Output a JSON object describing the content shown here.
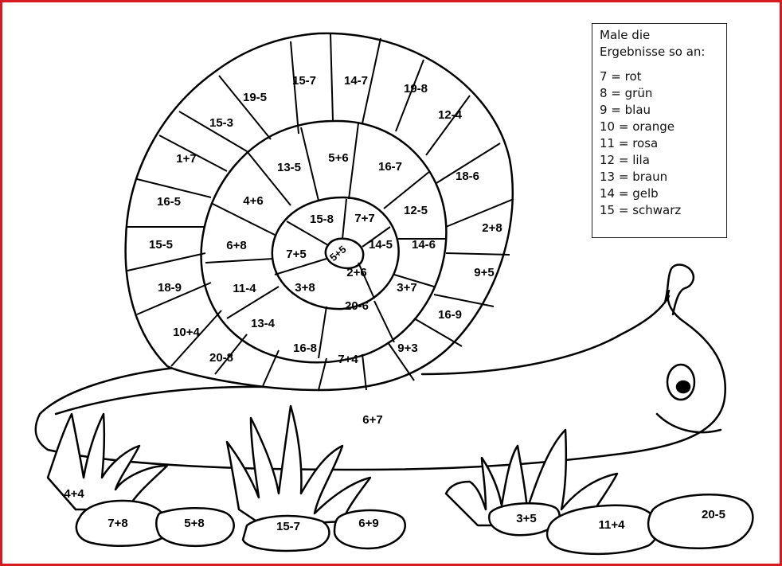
{
  "legend": {
    "title": "Male die Ergebnisse so an:",
    "rows": [
      "7 = rot",
      "8 = grün",
      "9 = blau",
      "10 = orange",
      "11 = rosa",
      "12 = lila",
      "13 = braun",
      "14 = gelb",
      "15 = schwarz"
    ]
  },
  "shell": {
    "outer_ring": [
      "15-7",
      "14-7",
      "19-8",
      "12-4",
      "18-6",
      "2+8",
      "9+5",
      "16-9",
      "9+3",
      "7+4",
      "16-8",
      "13-4",
      "20-8",
      "10+4",
      "18-9",
      "15-5",
      "16-5",
      "1+7",
      "15-3",
      "19-5"
    ],
    "middle_ring": [
      "5+6",
      "16-7",
      "12-5",
      "14-6",
      "3+7",
      "20-6",
      "3+8",
      "11-4",
      "6+8",
      "4+6",
      "13-5"
    ],
    "inner_ring": [
      "7+7",
      "14-5",
      "2+6",
      "7+5",
      "15-8"
    ],
    "center": "5+5"
  },
  "body": {
    "label": "6+7"
  },
  "ground": {
    "grass_left": "4+4",
    "stones": [
      "7+8",
      "5+8",
      "15-7",
      "6+9",
      "3+5",
      "11+4",
      "20-5"
    ]
  },
  "colors": {
    "frame": "#d71920",
    "line": "#000000"
  }
}
